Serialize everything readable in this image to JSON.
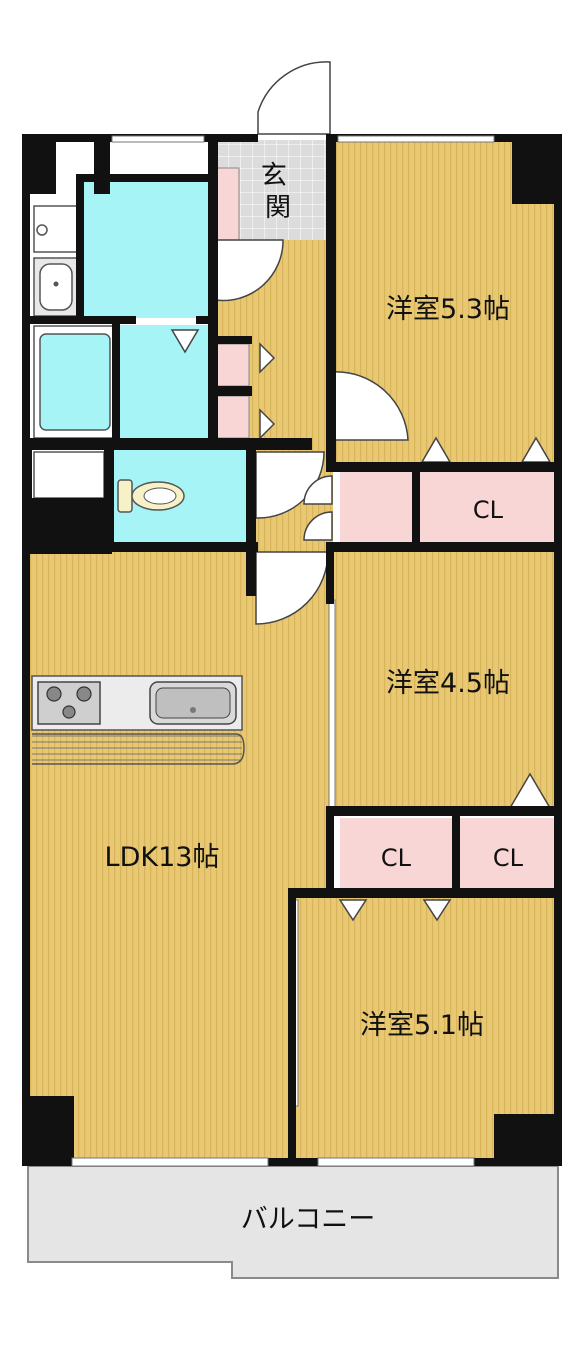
{
  "floor_plan": {
    "rooms": {
      "western_room_1": "洋室5.3帖",
      "western_room_2": "洋室4.5帖",
      "western_room_3": "洋室5.1帖",
      "ldk": "LDK13帖",
      "entrance": "玄関",
      "balcony": "バルコニー",
      "closet_1": "CL",
      "closet_2": "CL",
      "closet_3": "CL"
    },
    "colors": {
      "floor_wood": "#e8c872",
      "wood_stripe": "#d8b45a",
      "wet_area": "#a6f4f6",
      "closet": "#f9d6d6",
      "wall": "#111111",
      "balcony": "#e5e5e5",
      "entrance_tile": "#dcdcdc"
    }
  }
}
